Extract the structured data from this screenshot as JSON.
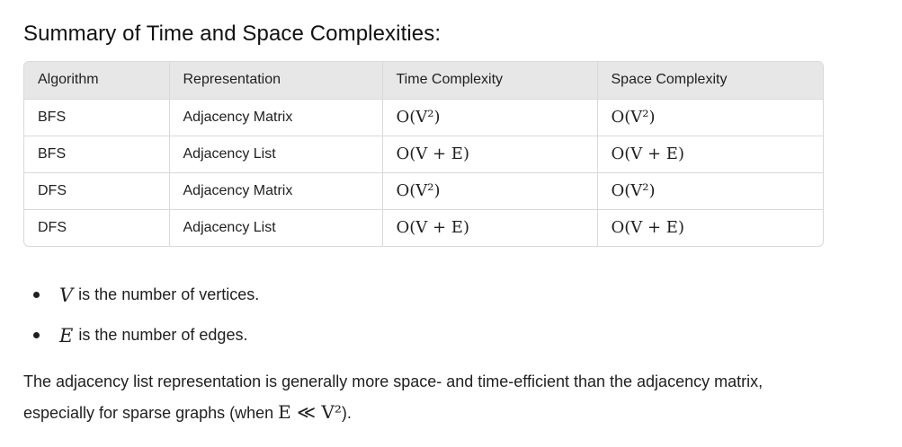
{
  "heading": "Summary of Time and Space Complexities:",
  "table": {
    "headers": [
      "Algorithm",
      "Representation",
      "Time Complexity",
      "Space Complexity"
    ],
    "rows": [
      {
        "algorithm": "BFS",
        "representation": "Adjacency Matrix",
        "time": "O(V²)",
        "space": "O(V²)"
      },
      {
        "algorithm": "BFS",
        "representation": "Adjacency List",
        "time": "O(V + E)",
        "space": "O(V + E)"
      },
      {
        "algorithm": "DFS",
        "representation": "Adjacency Matrix",
        "time": "O(V²)",
        "space": "O(V²)"
      },
      {
        "algorithm": "DFS",
        "representation": "Adjacency List",
        "time": "O(V + E)",
        "space": "O(V + E)"
      }
    ]
  },
  "bullets": [
    {
      "var": "V",
      "text": "is the number of vertices."
    },
    {
      "var": "E",
      "text": "is the number of edges."
    }
  ],
  "paragraph": {
    "text_before": "The adjacency list representation is generally more space- and time-efficient than the adjacency matrix, especially for sparse graphs (when ",
    "math": "E ≪ V²",
    "text_after": ")."
  }
}
